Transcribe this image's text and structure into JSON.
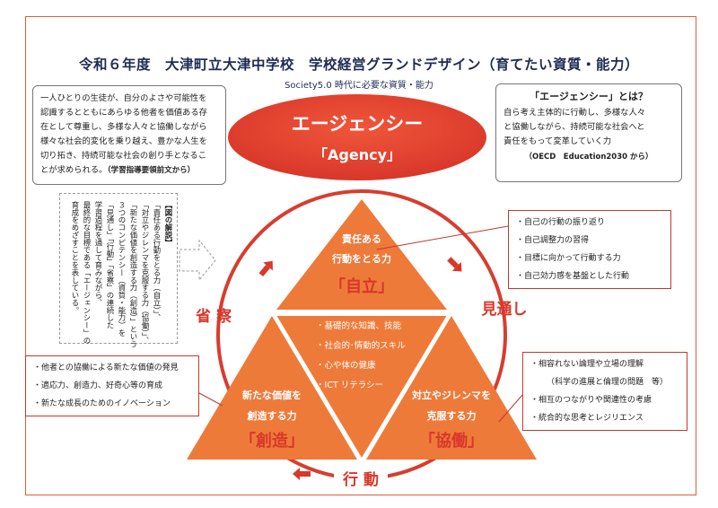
{
  "header": {
    "title": "令和６年度　大津町立大津中学校　学校経営グランドデザイン（育てたい資質・能力）",
    "subtitle": "Society5.0 時代に必要な資質・能力"
  },
  "agency": {
    "title": "エージェンシー",
    "english": "「Agency」"
  },
  "intro_box": {
    "lines": [
      "一人ひとりの生徒が、自分のよさや可能性を",
      "認識するとともにあらゆる他者を価値ある存",
      "在として尊重し、多様な人々と協働しながら",
      "様々な社会的変化を乗り越え、豊かな人生を",
      "切り拓き、持続可能な社会の創り手となるこ"
    ],
    "last_line": "とが求められる。",
    "source": "（学習指導要領前文から）"
  },
  "definition_box": {
    "title": "「エージェンシー」とは？",
    "lines": [
      "自ら考え主体的に行動し、多様な人々",
      "と協働しながら、持続可能な社会へと",
      "責任をもって変革していく力"
    ],
    "source": "（OECD　Education2030 から）"
  },
  "explanation": {
    "heading": "【図の解説】",
    "lines": [
      "「責任ある行動をとる力（自立）」、",
      "「対立やジレンマを克服する力（協働）」、",
      "「新たな価値を創造する力（創造）」という",
      "３つのコンピテンシー（資質・能力）を",
      "「見通し」「行動」「省察」の連続した",
      "学習過程を通して育みながら、",
      "最終的な目標である「エージェンシー」の",
      "育成をめざすことを表している。"
    ]
  },
  "triangles": {
    "top": {
      "line1": "責任ある",
      "line2": "行動をとる力",
      "tag": "「自立」"
    },
    "left": {
      "line1": "新たな価値を",
      "line2": "創造する力",
      "tag": "「創造」"
    },
    "right": {
      "line1": "対立やジレンマを",
      "line2": "克服する力",
      "tag": "「協働」"
    },
    "center_items": [
      "基礎的な知識、技能",
      "社会的･情動的スキル",
      "心や体の健康",
      "ICT リテラシー"
    ]
  },
  "cycle": {
    "left": "省 察",
    "right": "見通し",
    "bottom": "行 動"
  },
  "list_top_right": [
    "自己の行動の振り返り",
    "自己調整力の習得",
    "目標に向かって行動する力",
    "自己効力感を基盤とした行動"
  ],
  "list_bottom_right": {
    "item1": "相容れない論理や立場の理解",
    "item1_sub": "（科学の進展と倫理の問題　等）",
    "item2": "相互のつながりや関連性の考慮",
    "item3": "統合的な思考とレジリエンス"
  },
  "list_bottom_left": [
    "他者との協働による新たな価値の発見",
    "適応力、創造力、好奇心等の育成",
    "新たな成長のためのイノベーション"
  ],
  "colors": {
    "accent": "#e4622b",
    "dark_red": "#c0392b",
    "navy": "#1f2b55",
    "triangle": "#ee7a3a"
  }
}
